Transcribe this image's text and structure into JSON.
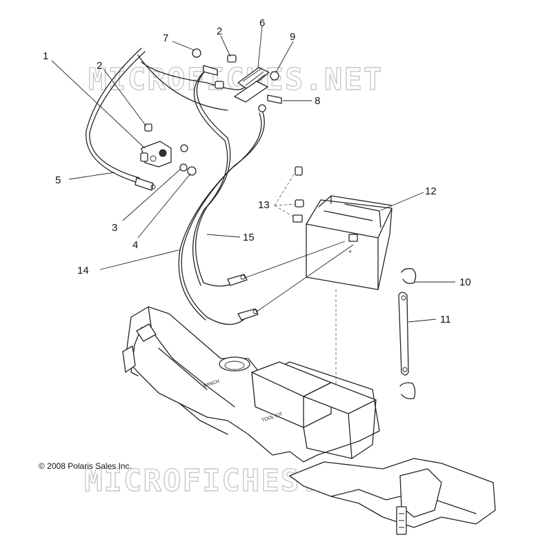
{
  "watermark": "MICROFICHES.NET",
  "copyright": "© 2008 Polaris Sales Inc.",
  "callouts": [
    {
      "id": "c1",
      "label": "1"
    },
    {
      "id": "c2a",
      "label": "2"
    },
    {
      "id": "c2b",
      "label": "2"
    },
    {
      "id": "c3",
      "label": "3"
    },
    {
      "id": "c4",
      "label": "4"
    },
    {
      "id": "c5",
      "label": "5"
    },
    {
      "id": "c6",
      "label": "6"
    },
    {
      "id": "c7",
      "label": "7"
    },
    {
      "id": "c8",
      "label": "8"
    },
    {
      "id": "c9",
      "label": "9"
    },
    {
      "id": "c10",
      "label": "10"
    },
    {
      "id": "c11",
      "label": "11"
    },
    {
      "id": "c12",
      "label": "12"
    },
    {
      "id": "c13",
      "label": "13"
    },
    {
      "id": "c14",
      "label": "14"
    },
    {
      "id": "c15",
      "label": "15"
    }
  ],
  "tray_labels": {
    "winch": "WINCH",
    "tool_kit": "TOOL KIT"
  }
}
